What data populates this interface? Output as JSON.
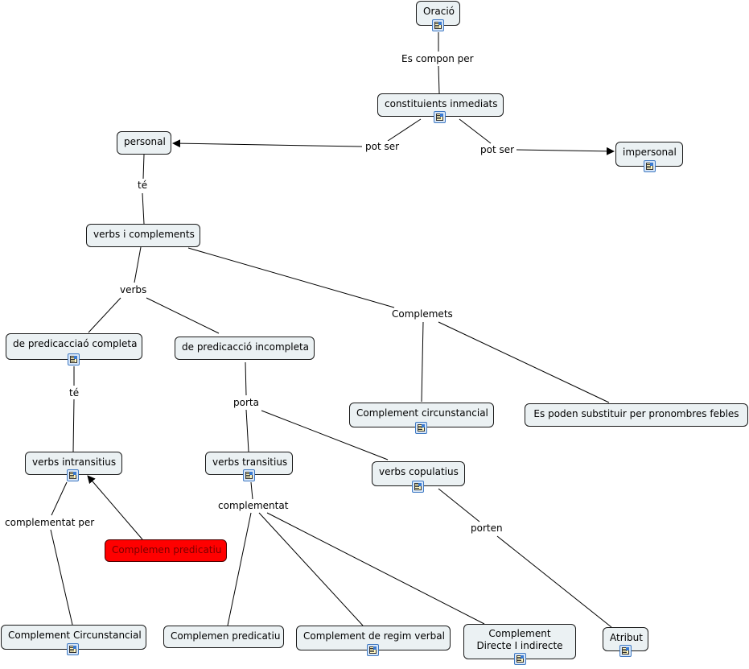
{
  "concept_map": {
    "nodes": [
      {
        "id": "oracio",
        "label": "Oració",
        "has_resource": true
      },
      {
        "id": "constituients",
        "label": "constituients inmediats",
        "has_resource": true
      },
      {
        "id": "personal",
        "label": "personal",
        "has_resource": false
      },
      {
        "id": "impersonal",
        "label": "impersonal",
        "has_resource": true
      },
      {
        "id": "verbs-complements",
        "label": "verbs i complements",
        "has_resource": false
      },
      {
        "id": "pred-completa",
        "label": "de predicacciaó completa",
        "has_resource": true
      },
      {
        "id": "pred-incompleta",
        "label": "de predicacció incompleta",
        "has_resource": false
      },
      {
        "id": "comp-circ",
        "label": "Complement circunstancial",
        "has_resource": true
      },
      {
        "id": "pronombres",
        "label": "Es poden substituir per pronombres febles",
        "has_resource": false
      },
      {
        "id": "intransitius",
        "label": "verbs intransitius",
        "has_resource": true
      },
      {
        "id": "transitius",
        "label": "verbs transitius",
        "has_resource": true
      },
      {
        "id": "copulatius",
        "label": "verbs copulatius",
        "has_resource": true
      },
      {
        "id": "comp-pred-red",
        "label": "Complemen predicatiu",
        "has_resource": false,
        "color": "#ff0000"
      },
      {
        "id": "comp-circ-2",
        "label": "Complement Circunstancial",
        "has_resource": true
      },
      {
        "id": "comp-pred",
        "label": "Complemen predicatiu",
        "has_resource": false
      },
      {
        "id": "regim",
        "label": "Complement de regim verbal",
        "has_resource": true
      },
      {
        "id": "directe",
        "label": "Complement Directe I indirecte",
        "has_resource": true
      },
      {
        "id": "atribut",
        "label": "Atribut",
        "has_resource": true
      }
    ],
    "linking_phrases": [
      {
        "id": "lp-compon",
        "label": "Es compon per"
      },
      {
        "id": "lp-potser-1",
        "label": "pot ser"
      },
      {
        "id": "lp-potser-2",
        "label": "pot ser"
      },
      {
        "id": "lp-te-1",
        "label": "té"
      },
      {
        "id": "lp-verbs",
        "label": "verbs"
      },
      {
        "id": "lp-complemets",
        "label": "Complemets"
      },
      {
        "id": "lp-te-2",
        "label": "té"
      },
      {
        "id": "lp-porta",
        "label": "porta"
      },
      {
        "id": "lp-complementat-per",
        "label": "complementat per"
      },
      {
        "id": "lp-complementat",
        "label": "complementat"
      },
      {
        "id": "lp-porten",
        "label": "porten"
      }
    ],
    "connections": [
      {
        "from": "oracio",
        "via": "lp-compon",
        "to": "constituients"
      },
      {
        "from": "constituients",
        "via": "lp-potser-1",
        "to": "personal",
        "arrow": true
      },
      {
        "from": "constituients",
        "via": "lp-potser-2",
        "to": "impersonal",
        "arrow": true
      },
      {
        "from": "personal",
        "via": "lp-te-1",
        "to": "verbs-complements"
      },
      {
        "from": "verbs-complements",
        "via": "lp-verbs",
        "to": [
          "pred-completa",
          "pred-incompleta"
        ]
      },
      {
        "from": "verbs-complements",
        "via": "lp-complemets",
        "to": [
          "comp-circ",
          "pronombres"
        ]
      },
      {
        "from": "pred-completa",
        "via": "lp-te-2",
        "to": "intransitius"
      },
      {
        "from": "pred-incompleta",
        "via": "lp-porta",
        "to": [
          "transitius",
          "copulatius"
        ]
      },
      {
        "from": "intransitius",
        "via": "lp-complementat-per",
        "to": "comp-circ-2"
      },
      {
        "from": "comp-pred-red",
        "to": "intransitius",
        "arrow": true
      },
      {
        "from": "transitius",
        "via": "lp-complementat",
        "to": [
          "comp-pred",
          "regim",
          "directe"
        ]
      },
      {
        "from": "copulatius",
        "via": "lp-porten",
        "to": "atribut"
      }
    ]
  },
  "colors": {
    "node_fill": "#ebf1f3",
    "highlight_fill": "#ff0000",
    "line": "#000000"
  }
}
